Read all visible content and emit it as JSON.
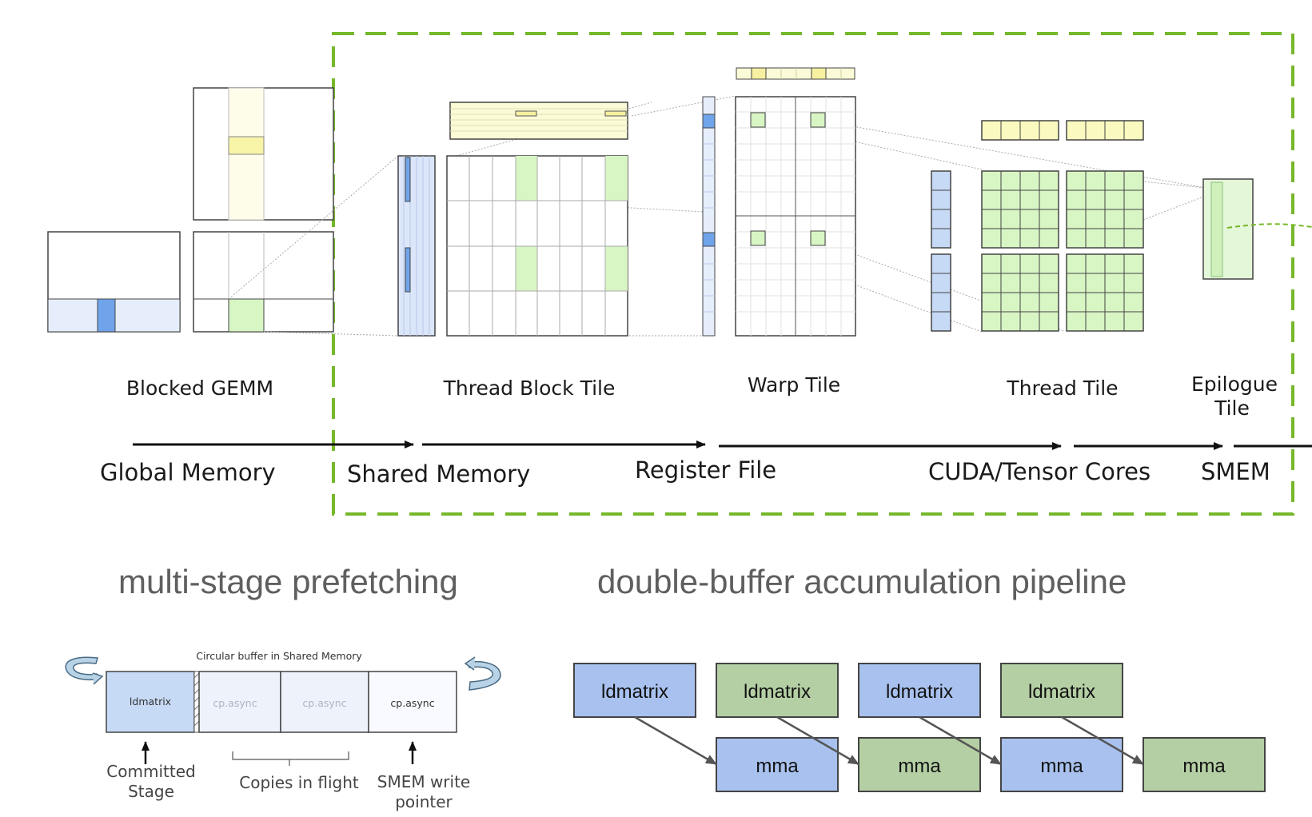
{
  "top": {
    "stages": [
      "Blocked GEMM",
      "Thread Block Tile",
      "Warp Tile",
      "Thread Tile",
      "Epilogue",
      "Tile"
    ],
    "memory": [
      "Global Memory",
      "Shared Memory",
      "Register File",
      "CUDA/Tensor Cores",
      "SMEM"
    ]
  },
  "sections": {
    "left_title": "multi-stage prefetching",
    "right_title": "double-buffer accumulation pipeline"
  },
  "circular": {
    "title": "Circular buffer in Shared Memory",
    "cells": [
      "ldmatrix",
      "cp.async",
      "cp.async",
      "cp.async"
    ],
    "committed": [
      "Committed",
      "Stage"
    ],
    "copies": "Copies in flight",
    "smem_ptr": [
      "SMEM write",
      "pointer"
    ]
  },
  "pipeline": {
    "top_row": [
      "ldmatrix",
      "ldmatrix",
      "ldmatrix",
      "ldmatrix"
    ],
    "bottom_row": [
      "mma",
      "mma",
      "mma",
      "mma"
    ]
  },
  "colors": {
    "green_dash": "#76b82a",
    "blue_fill": "#a8c1ee",
    "green_fill": "#b4cfa4",
    "light_blue": "#c6d9f5",
    "light_green": "#d8f5c4",
    "light_yellow": "#fafad2"
  }
}
